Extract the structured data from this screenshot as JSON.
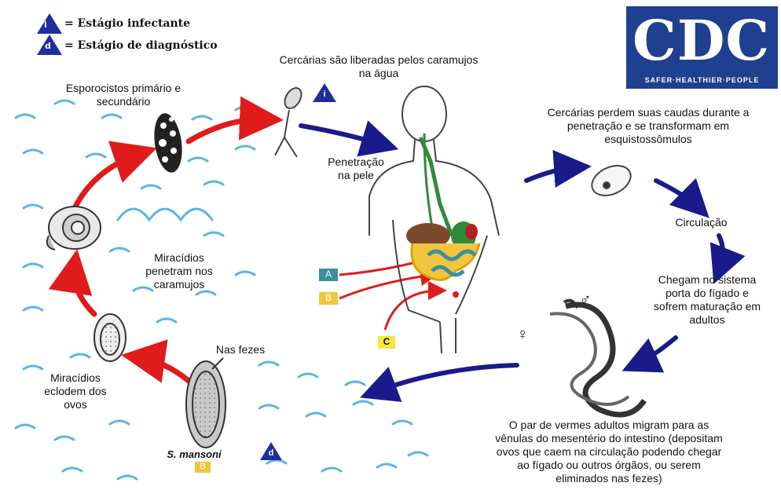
{
  "legend": {
    "infectious_badge": "i",
    "infectious_label": "= Estágio infectante",
    "diagnostic_badge": "d",
    "diagnostic_label": "= Estágio de diagnóstico"
  },
  "logo": {
    "text": "CDC",
    "tagline": "SAFER·HEALTHIER·PEOPLE"
  },
  "labels": {
    "cercariae_released": "Cercárias são liberadas pelos caramujos\nna água",
    "sporocysts": "Esporocistos primário e\nsecundário",
    "skin_penetration": "Penetração\nna pele",
    "cercariae_lose_tails": "Cercárias perdem suas caudas durante a\npenetração e se transformam em\nesquistossômulos",
    "circulation": "Circulação",
    "portal_system": "Chegam no sistema\nporta do fígado e\nsofrem maturação em\nadultos",
    "miracidia_penetrate": "Miracídios\npenetram nos\ncaramujos",
    "in_feces": "Nas fezes",
    "miracidia_hatch": "Miracídios\neclodem dos\novos",
    "adult_pair": "O par de vermes adultos migram para as\nvênulas do mesentério do intestino (depositam\novos que caem na circulação podendo chegar\nao fígado ou outros órgãos, ou serem\neliminados nas fezes)",
    "species": "S. mansoni",
    "tag_a": "A",
    "tag_b": "B",
    "tag_c": "C",
    "tag_b2": "B",
    "stage_badge_i": "i",
    "stage_badge_d": "d",
    "male_symbol": "♂",
    "female_symbol": "♀"
  },
  "colors": {
    "blue_arrow": "#1a1a8c",
    "red_arrow": "#e01b1b",
    "water": "#5ab4e6",
    "badge": "#1d2f9a",
    "logo_bg": "#1f3f8f"
  }
}
